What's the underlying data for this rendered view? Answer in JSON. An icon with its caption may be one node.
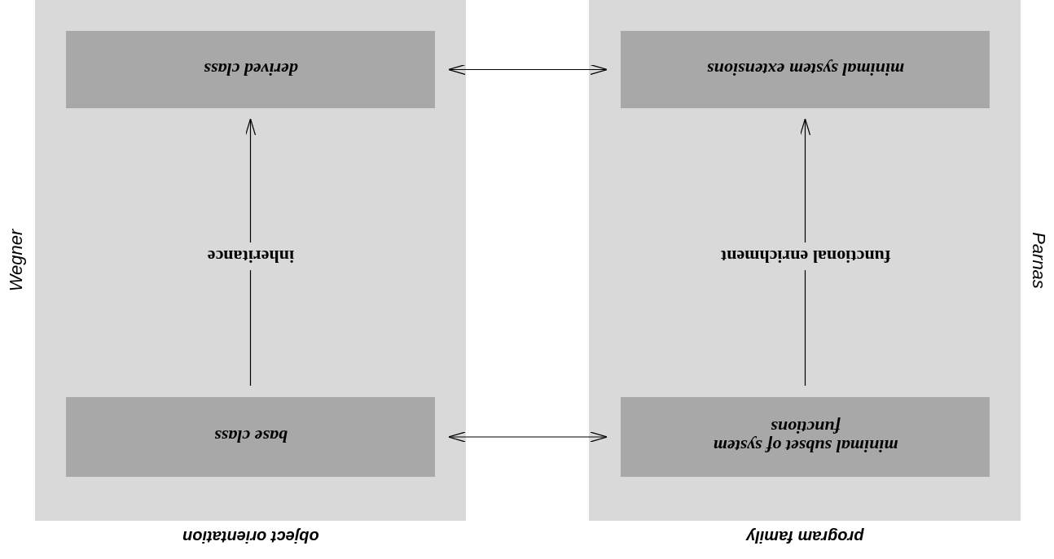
{
  "diagram": {
    "nodes": [
      {
        "text": [
          "object orientation"
        ]
      },
      {
        "text": [
          "derived class"
        ],
        "in": 0
      },
      {
        "text": [
          "base class"
        ],
        "in": 0
      },
      {
        "text": [
          "program family"
        ]
      },
      {
        "text": [
          "minimal system extensions"
        ],
        "in": 3
      },
      {
        "text": [
          "minimal subset of system functions"
        ],
        "in": 3
      }
    ],
    "edges": [
      {
        "from": 2,
        "to": 1,
        "arrow": "to",
        "label": "inheritance"
      },
      {
        "from": 5,
        "to": 4,
        "arrow": "to",
        "label": "functional enrichment"
      },
      {
        "from": 1,
        "to": 4,
        "arrow": "both"
      },
      {
        "from": 2,
        "to": 5,
        "arrow": "both"
      }
    ],
    "labels": [
      "Wegner",
      "Parnas"
    ]
  }
}
